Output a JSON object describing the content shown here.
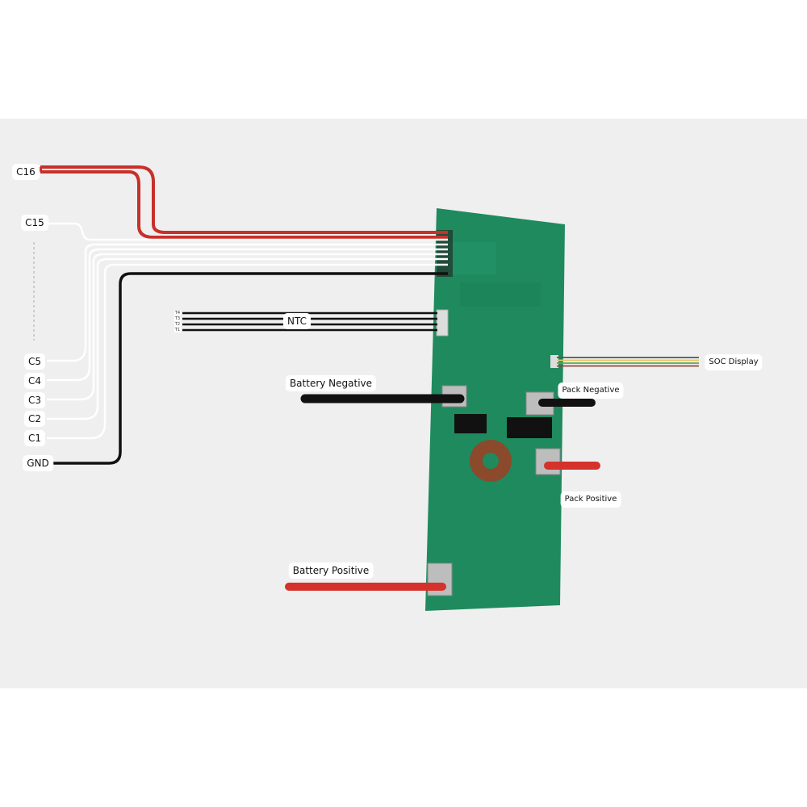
{
  "cell_labels": {
    "c16": "C16",
    "c15": "C15",
    "c5": "C5",
    "c4": "C4",
    "c3": "C3",
    "c2": "C2",
    "c1": "C1",
    "gnd": "GND"
  },
  "ntc": {
    "label": "NTC",
    "pins": [
      "T4",
      "T3",
      "T2",
      "T1"
    ]
  },
  "power": {
    "battery_negative": "Battery Negative",
    "battery_positive": "Battery Positive",
    "pack_negative": "Pack Negative",
    "pack_positive": "Pack Positive"
  },
  "soc": {
    "label": "SOC Display",
    "wire_colors": [
      "#555555",
      "#e8c860",
      "#5aa850",
      "#8a4a3a"
    ]
  },
  "colors": {
    "red_wire": "#c8302a",
    "black_wire": "#111111",
    "white_wire": "#ffffff",
    "board": "#1f8a5e",
    "background": "#efefef"
  }
}
